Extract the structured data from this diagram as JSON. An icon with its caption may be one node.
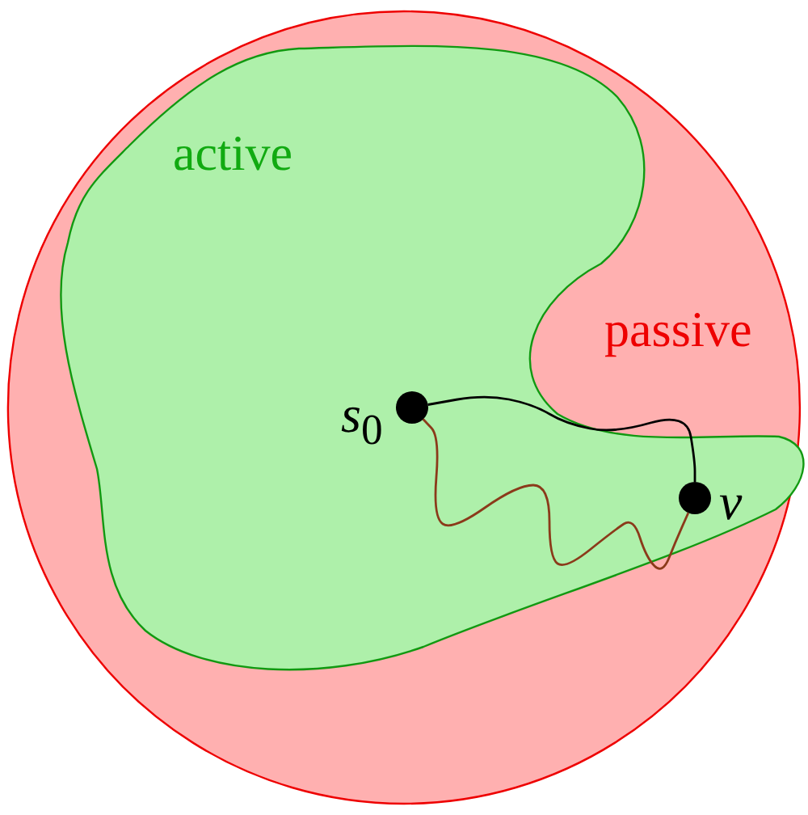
{
  "diagram": {
    "nodes": [
      {
        "text": [
          "passive"
        ]
      },
      {
        "text": [
          "active"
        ],
        "in": 0
      },
      {
        "text": [
          "*s*$_{0}$"
        ],
        "in": 1
      },
      {
        "text": [
          "*v*"
        ],
        "in": 1
      }
    ],
    "edges": [
      {
        "from": 2,
        "to": 3,
        "arrow": "none"
      },
      {
        "from": 2,
        "to": 3,
        "arrow": "none",
        "color": "#8b3a1a"
      }
    ]
  }
}
